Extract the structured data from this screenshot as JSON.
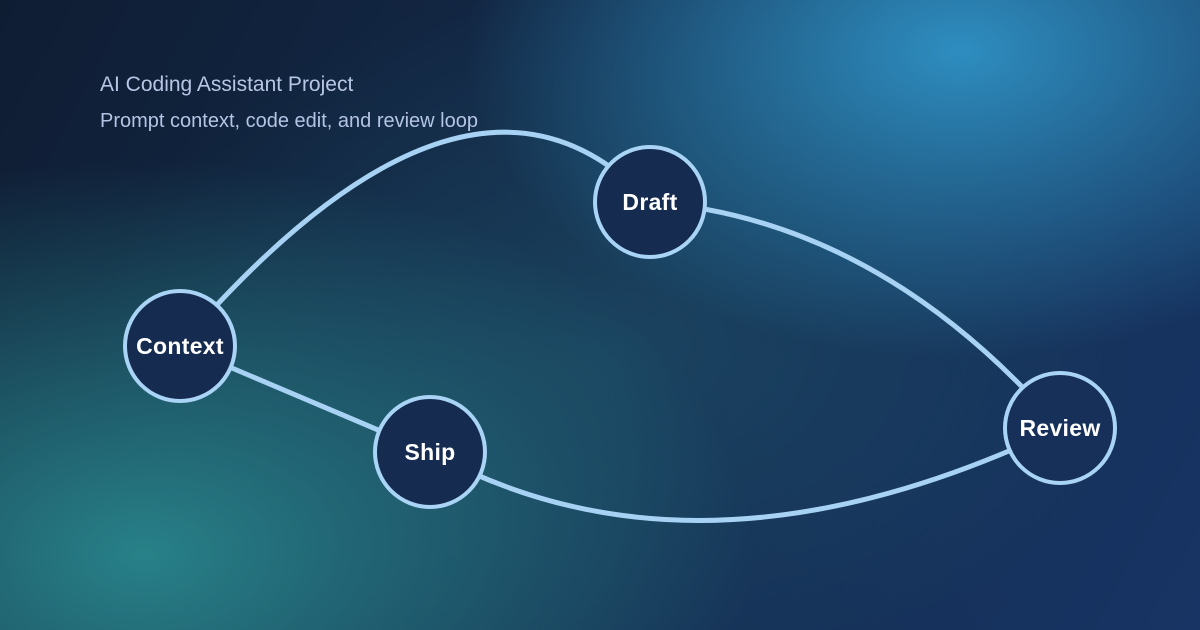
{
  "header": {
    "title": "AI Coding Assistant Project",
    "subtitle": "Prompt context, code edit, and review loop"
  },
  "diagram": {
    "type": "node-link-loop",
    "nodes": [
      {
        "id": "context",
        "label": "Context"
      },
      {
        "id": "draft",
        "label": "Draft"
      },
      {
        "id": "ship",
        "label": "Ship"
      },
      {
        "id": "review",
        "label": "Review"
      }
    ],
    "edges": [
      {
        "from": "context",
        "to": "draft"
      },
      {
        "from": "draft",
        "to": "review"
      },
      {
        "from": "context",
        "to": "ship"
      },
      {
        "from": "ship",
        "to": "review"
      }
    ],
    "colors": {
      "node_fill": "#152b4f",
      "node_border": "#a9d4f5",
      "edge_stroke": "#a7d2f4",
      "node_text": "#ffffff",
      "heading_text": "#b7c6e5",
      "background_navy_dark": "#0f1d33",
      "background_navy_light": "#173464",
      "background_blue_glow": "#3096c9",
      "background_teal_glow": "#29868c"
    }
  }
}
